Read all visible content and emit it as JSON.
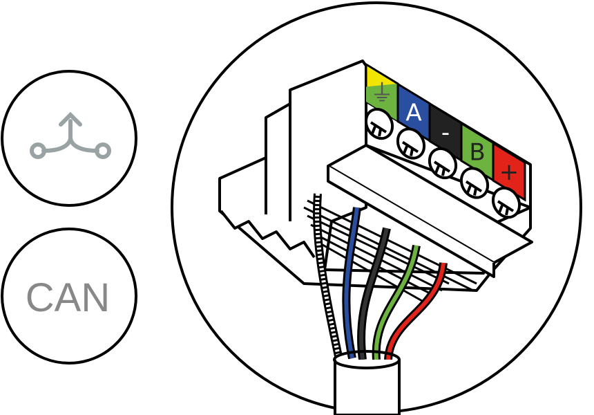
{
  "icons": {
    "top": "bus-topology-icon",
    "bottom_label": "CAN"
  },
  "terminal": {
    "labels": [
      {
        "name": "ground",
        "text": "⏚",
        "color": "#f2e600",
        "color2": "#6db33f",
        "text_color": "#555555"
      },
      {
        "name": "A",
        "text": "A",
        "color": "#2a4fa0",
        "text_color": "#ffffff"
      },
      {
        "name": "minus",
        "text": "-",
        "color": "#222222",
        "text_color": "#ffffff"
      },
      {
        "name": "B",
        "text": "B",
        "color": "#6db33f",
        "text_color": "#222222"
      },
      {
        "name": "plus",
        "text": "+",
        "color": "#e2231a",
        "text_color": "#222222"
      }
    ]
  },
  "colors": {
    "icon_gray": "#9aa3a3",
    "can_text": "#888888"
  }
}
